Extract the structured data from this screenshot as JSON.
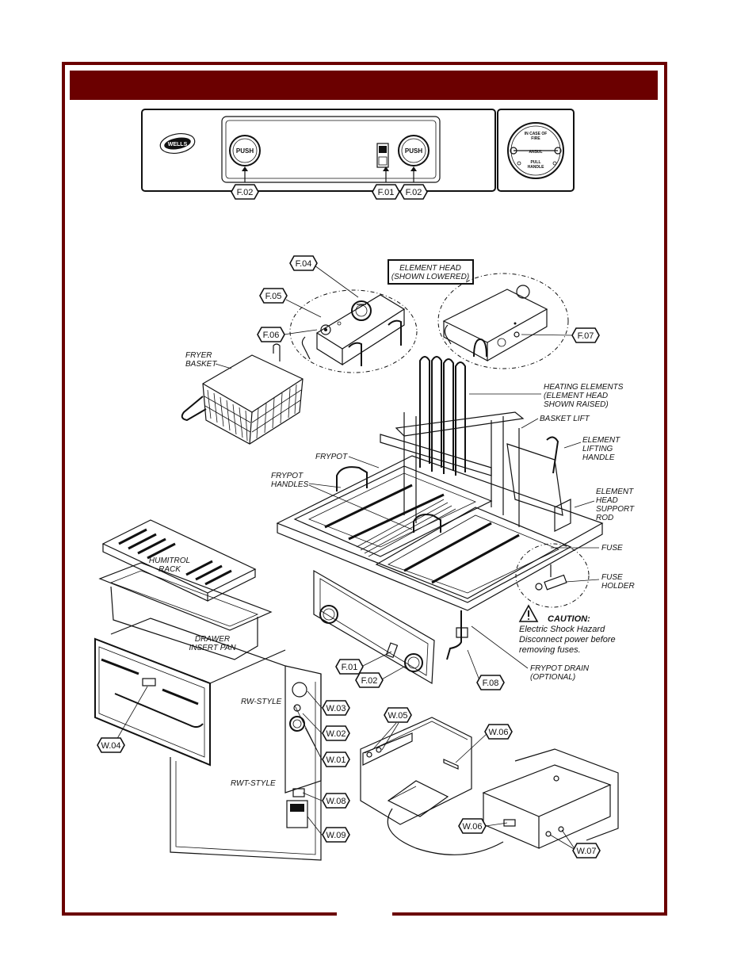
{
  "colors": {
    "frame": "#6b0000",
    "ink": "#111111",
    "paper": "#ffffff"
  },
  "control_panel": {
    "logo": "WELLS",
    "left_button": "PUSH",
    "right_button": "PUSH",
    "fire_pull": {
      "line1": "IN CASE OF",
      "line2": "FIRE",
      "line3": "ANSUL",
      "line4": "PULL",
      "line5": "HANDLE"
    }
  },
  "labels": {
    "element_head": {
      "line1": "ELEMENT HEAD",
      "line2": "(SHOWN LOWERED)"
    },
    "fryer_basket": {
      "line1": "FRYER",
      "line2": "BASKET"
    },
    "heating_elements": {
      "line1": "HEATING ELEMENTS",
      "line2": "(ELEMENT HEAD",
      "line3": "SHOWN RAISED)"
    },
    "basket_lift": "BASKET LIFT",
    "element_lifting_handle": {
      "line1": "ELEMENT",
      "line2": "LIFTING",
      "line3": "HANDLE"
    },
    "frypot": "FRYPOT",
    "frypot_handles": {
      "line1": "FRYPOT",
      "line2": "HANDLES"
    },
    "element_head_support_rod": {
      "line1": "ELEMENT",
      "line2": "HEAD",
      "line3": "SUPPORT",
      "line4": "ROD"
    },
    "fuse": "FUSE",
    "fuse_holder": {
      "line1": "FUSE",
      "line2": "HOLDER"
    },
    "humitrol_rack": {
      "line1": "HUMITROL",
      "line2": "RACK"
    },
    "drawer_insert_pan": {
      "line1": "DRAWER",
      "line2": "INSERT PAN"
    },
    "rw_style": "RW-STYLE",
    "rwt_style": "RWT-STYLE",
    "frypot_drain": {
      "line1": "FRYPOT DRAIN",
      "line2": "(OPTIONAL)"
    },
    "caution": {
      "title": "CAUTION:",
      "line1": "Electric Shock Hazard",
      "line2": "Disconnect power before",
      "line3": "removing fuses."
    }
  },
  "callouts": {
    "f02_left": "F.02",
    "f01_top": "F.01",
    "f02_right": "F.02",
    "f04": "F.04",
    "f05": "F.05",
    "f06": "F.06",
    "f07": "F.07",
    "f01_bottom": "F.01",
    "f02_bottom": "F.02",
    "f08": "F.08",
    "w03": "W.03",
    "w02": "W.02",
    "w01": "W.01",
    "w04": "W.04",
    "w08": "W.08",
    "w09": "W.09",
    "w05": "W.05",
    "w06_top": "W.06",
    "w06_bottom": "W.06",
    "w07": "W.07"
  }
}
